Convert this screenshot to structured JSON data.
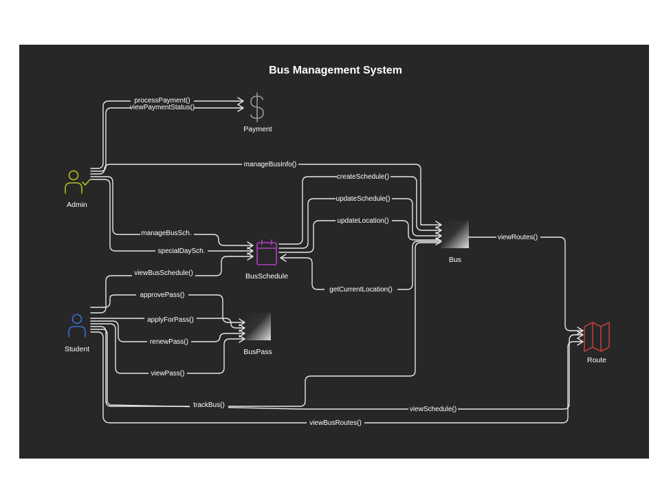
{
  "title": "Bus Management System",
  "nodes": {
    "admin": {
      "label": "Admin",
      "icon": "user-check-icon",
      "color": "#b9c21e"
    },
    "student": {
      "label": "Student",
      "icon": "user-icon",
      "color": "#3b6fd6"
    },
    "payment": {
      "label": "Payment",
      "icon": "dollar-icon",
      "color": "#9a9a9a"
    },
    "busschedule": {
      "label": "BusSchedule",
      "icon": "calendar-icon",
      "color": "#b13fc4"
    },
    "buspass": {
      "label": "BusPass",
      "icon": "blank-shaded-icon",
      "color": "#9a9a9a"
    },
    "bus": {
      "label": "Bus",
      "icon": "blank-shaded-icon",
      "color": "#9a9a9a"
    },
    "route": {
      "label": "Route",
      "icon": "map-icon",
      "color": "#c23a3a"
    }
  },
  "edges": {
    "processPayment": "processPayment()",
    "viewPaymentStatus": "viewPaymentStatus()",
    "manageBusInfo": "manageBusInfo()",
    "manageBusSch": "manageBusSch.",
    "specialDaySch": "specialDaySch.",
    "viewBusSchedule": "viewBusSchedule()",
    "approvePass": "approvePass()",
    "applyForPass": "applyForPass()",
    "renewPass": "renewPass()",
    "viewPass": "viewPass()",
    "trackBus": "trackBus()",
    "viewSchedule": "viewSchedule()",
    "viewBusRoutes": "viewBusRoutes()",
    "createSchedule": "createSchedule()",
    "updateSchedule": "updateSchedule()",
    "updateLocation": "updateLocation()",
    "getCurrentLocation": "getCurrentLocation()",
    "viewRoutes": "viewRoutes()"
  }
}
